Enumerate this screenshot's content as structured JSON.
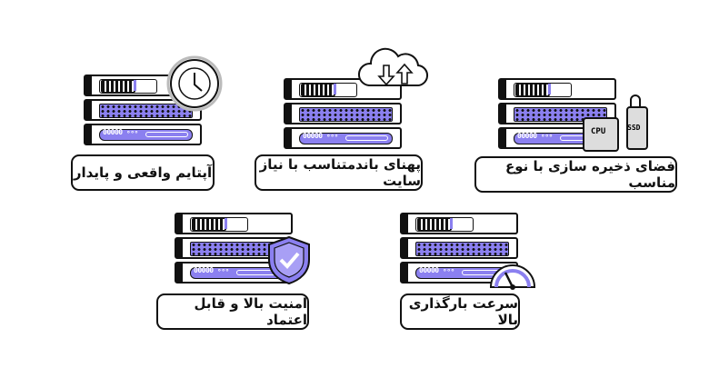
{
  "features": [
    {
      "label": "آپتایم واقعی و پایدار",
      "icon": "clock-icon"
    },
    {
      "label": "پهنای باندمتناسب با نیاز سایت",
      "icon": "cloud-upload-download-icon"
    },
    {
      "label": "فضای ذخیره سازی با نوع مناسب",
      "icon": "cpu-ssd-icon",
      "chips": [
        "CPU",
        "SSD"
      ]
    },
    {
      "label": "امنیت بالا و قابل اعتماد",
      "icon": "shield-check-icon"
    },
    {
      "label": "سرعت بارگذاری بالا",
      "icon": "speedometer-icon"
    }
  ],
  "colors": {
    "accent": "#8b80f0",
    "ink": "#111111"
  }
}
